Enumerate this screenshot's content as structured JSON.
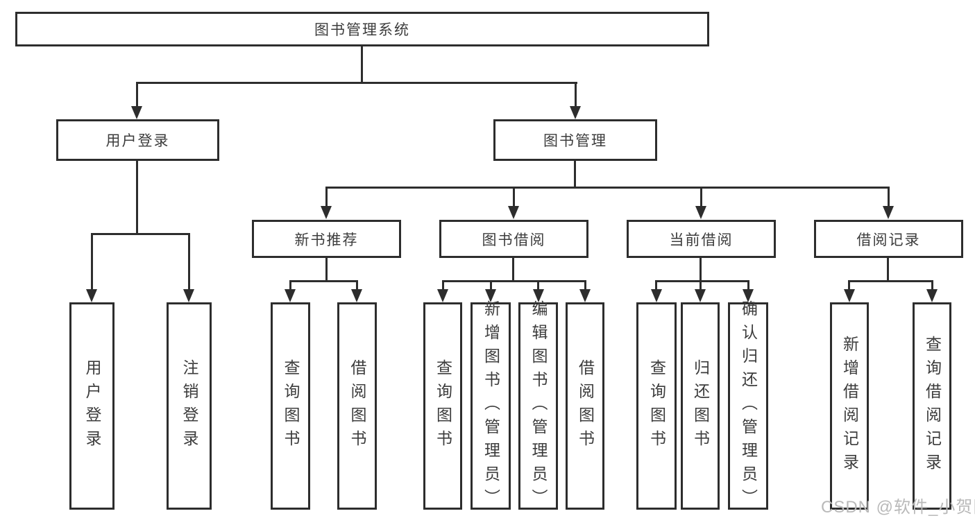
{
  "diagram_type": "hierarchy-tree",
  "colors": {
    "line": "#2d2d2d",
    "text": "#3c3c3c",
    "watermark_gray": "#b9b9b9",
    "background": "#ffffff"
  },
  "watermark": {
    "text": "CSDN @软件_小贺同学"
  },
  "tree": {
    "label": "图书管理系统",
    "children": [
      {
        "label": "用户登录",
        "children": [
          {
            "label": "用户登录"
          },
          {
            "label": "注销登录"
          }
        ]
      },
      {
        "label": "图书管理",
        "children": [
          {
            "label": "新书推荐",
            "children": [
              {
                "label": "查询图书"
              },
              {
                "label": "借阅图书"
              }
            ]
          },
          {
            "label": "图书借阅",
            "children": [
              {
                "label": "查询图书"
              },
              {
                "label": "新增图书（管理员）"
              },
              {
                "label": "编辑图书（管理员）"
              },
              {
                "label": "借阅图书"
              }
            ]
          },
          {
            "label": "当前借阅",
            "children": [
              {
                "label": "查询图书"
              },
              {
                "label": "归还图书"
              },
              {
                "label": "确认归还（管理员）"
              }
            ]
          },
          {
            "label": "借阅记录",
            "children": [
              {
                "label": "新增借阅记录"
              },
              {
                "label": "查询借阅记录"
              }
            ]
          }
        ]
      }
    ]
  }
}
